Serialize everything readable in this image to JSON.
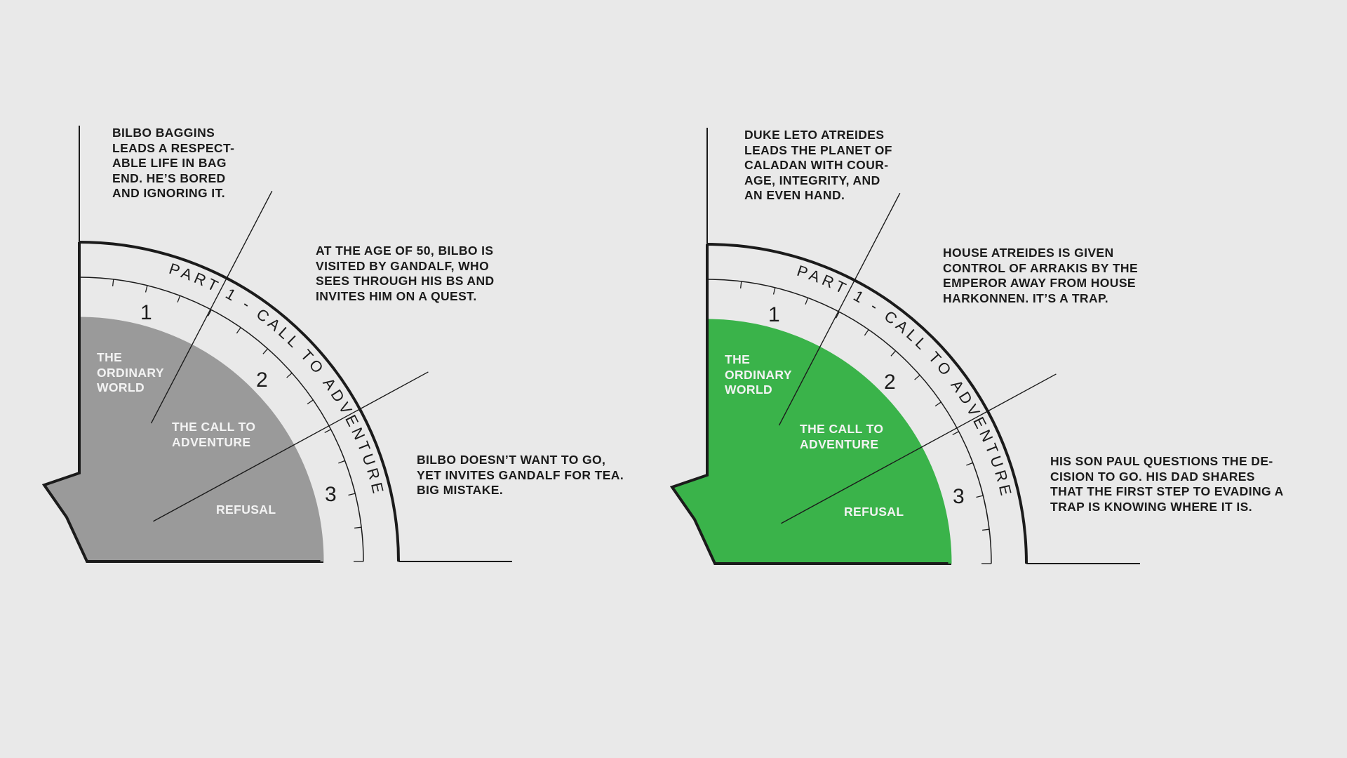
{
  "colors": {
    "background": "#e9e9e9",
    "ink": "#1b1b1b",
    "hobbit_fill": "#9a9a9a",
    "dune_fill": "#3ab34a",
    "segment_text": "#f3f3f3"
  },
  "panels": [
    {
      "id": "hobbit",
      "arc_title": "PART 1 - CALL TO ADVENTURE",
      "fill_color": "#9a9a9a",
      "beat_numbers": [
        "1",
        "2",
        "3"
      ],
      "segments": [
        {
          "label": "THE\nORDINARY\nWORLD"
        },
        {
          "label": "THE CALL TO\nADVENTURE"
        },
        {
          "label": "REFUSAL"
        }
      ],
      "notes": [
        "BILBO BAGGINS\nLEADS A RESPECT-\nABLE LIFE IN BAG\nEND. HE’S BORED\nAND IGNORING IT.",
        "AT THE AGE OF 50, BILBO IS\nVISITED BY GANDALF, WHO\nSEES THROUGH HIS BS AND\nINVITES HIM ON A QUEST.",
        "BILBO DOESN’T WANT TO GO,\nYET INVITES GANDALF FOR TEA.\nBIG MISTAKE."
      ]
    },
    {
      "id": "dune",
      "arc_title": "PART 1 - CALL TO ADVENTURE",
      "fill_color": "#3ab34a",
      "beat_numbers": [
        "1",
        "2",
        "3"
      ],
      "segments": [
        {
          "label": "THE\nORDINARY\nWORLD"
        },
        {
          "label": "THE CALL TO\nADVENTURE"
        },
        {
          "label": "REFUSAL"
        }
      ],
      "notes": [
        "DUKE LETO ATREIDES\nLEADS THE PLANET OF\nCALADAN WITH COUR-\nAGE, INTEGRITY, AND\nAN EVEN HAND.",
        "HOUSE ATREIDES IS GIVEN\nCONTROL OF ARRAKIS BY THE\nEMPEROR AWAY FROM HOUSE\nHARKONNEN. IT’S A TRAP.",
        "HIS SON PAUL QUESTIONS THE DE-\nCISION TO GO. HIS DAD SHARES\nTHAT THE FIRST STEP TO EVADING A\nTRAP IS KNOWING WHERE IT IS."
      ]
    }
  ]
}
